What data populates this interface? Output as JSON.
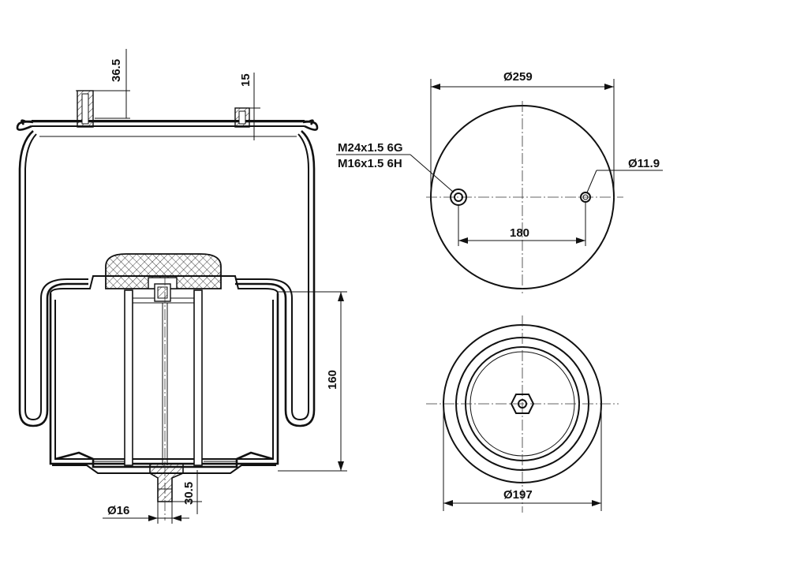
{
  "dimensions": {
    "port_height": "36.5",
    "pin_height": "15",
    "piston_height": "160",
    "stud_length": "30.5",
    "stud_diameter": "Ø16",
    "top_plate_diameter": "Ø259",
    "thread_primary": "M24x1.5 6G",
    "thread_secondary": "M16x1.5 6H",
    "hole_diameter": "Ø11.9",
    "hole_spacing": "180",
    "piston_diameter": "Ø197"
  }
}
